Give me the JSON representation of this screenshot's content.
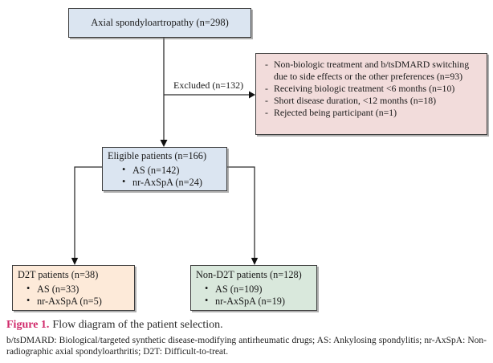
{
  "figure": {
    "edge_label": "Excluded (n=132)",
    "boxes": {
      "top": {
        "label": "Axial spondyloartropathy (n=298)",
        "fill": "#dbe5f1"
      },
      "excluded": {
        "fill": "#f2dcdb",
        "items": [
          "Non-biologic treatment and b/tsDMARD switching due to side effects or the other preferences (n=93)",
          "Receiving biologic treatment <6 months (n=10)",
          "Short disease duration, <12 months (n=18)",
          "Rejected being participant (n=1)"
        ]
      },
      "eligible": {
        "title": "Eligible patients (n=166)",
        "fill": "#dbe5f1",
        "items": [
          "AS (n=142)",
          "nr-AxSpA (n=24)"
        ]
      },
      "d2t": {
        "title": "D2T patients (n=38)",
        "fill": "#fdead9",
        "items": [
          "AS (n=33)",
          "nr-AxSpA (n=5)"
        ]
      },
      "non_d2t": {
        "title": "Non-D2T patients (n=128)",
        "fill": "#d9e8dc",
        "items": [
          "AS (n=109)",
          "nr-AxSpA (n=19)"
        ]
      }
    }
  },
  "caption": {
    "label": "Figure 1.",
    "text": "Flow diagram of the patient selection."
  },
  "footnote": "b/tsDMARD: Biological/targeted synthetic disease-modifying antirheumatic drugs; AS: Ankylosing spondylitis; nr-AxSpA: Non-radiographic axial spondyloarthritis; D2T: Difficult-to-treat.",
  "colors": {
    "box_blue": "#dbe5f1",
    "box_pink": "#f2dcdb",
    "box_peach": "#fdead9",
    "box_green": "#d9e8dc",
    "caption_accent": "#d0296a",
    "line": "#2f2f2f"
  }
}
